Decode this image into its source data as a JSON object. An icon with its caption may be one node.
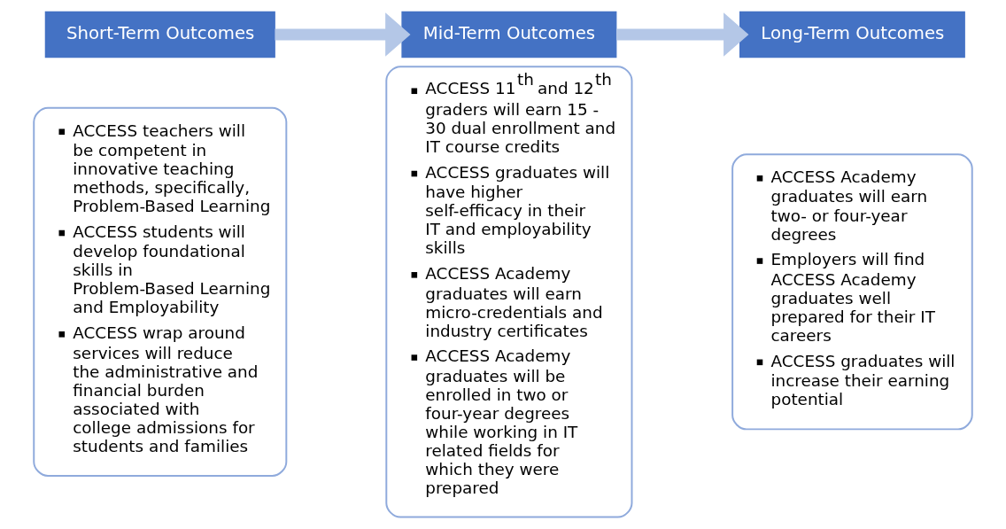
{
  "diagram": {
    "nodes": [
      {
        "text": [
          "Short-Term Outcomes"
        ]
      },
      {
        "text": [
          "ACCESS teachers will be competent in innovative teaching methods, specifically, Problem-Based Learning",
          "ACCESS students will develop foundational skills in Problem-Based Learning and Employability",
          "ACCESS wrap around services will reduce the administrative and financial burden associated with college admissions for students and families"
        ]
      },
      {
        "text": [
          "Mid-Term Outcomes"
        ]
      },
      {
        "text": [
          "ACCESS 11$^{th}$ and 12$^{th}$ graders will earn 15 - 30 dual enrollment and IT course credits",
          "ACCESS graduates will have higher self-efficacy in their IT and employability skills",
          "ACCESS Academy graduates will earn micro-credentials and industry certificates",
          "ACCESS Academy graduates will be enrolled in two or four-year degrees while working in IT related fields for which they were prepared"
        ]
      },
      {
        "text": [
          "Long-Term Outcomes"
        ]
      },
      {
        "text": [
          "ACCESS Academy graduates will earn two- or four-year degrees",
          "Employers will find ACCESS Academy graduates well prepared for their IT careers",
          "ACCESS graduates will increase their earning potential"
        ]
      }
    ],
    "edges": [
      {
        "from": 0,
        "to": 2,
        "arrow": "to"
      },
      {
        "from": 2,
        "to": 4,
        "arrow": "to"
      }
    ]
  }
}
